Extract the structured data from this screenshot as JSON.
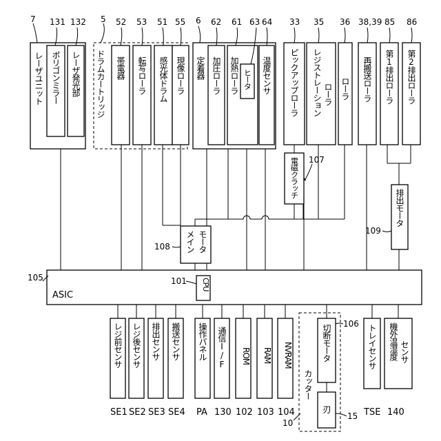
{
  "refs": {
    "r7": "7",
    "r131": "131",
    "r132": "132",
    "r5": "5",
    "r52": "52",
    "r53": "53",
    "r51": "51",
    "r55": "55",
    "r6": "6",
    "r62": "62",
    "r61": "61",
    "r63": "63",
    "r64": "64",
    "r33": "33",
    "r35": "35",
    "r36": "36",
    "r3839": "38,39",
    "r85": "85",
    "r86": "86",
    "r107": "107",
    "r108": "108",
    "r109": "109",
    "r105": "105",
    "r101": "101",
    "r106": "106",
    "r15": "15",
    "r10": "10",
    "se1": "SE1",
    "se2": "SE2",
    "se3": "SE3",
    "se4": "SE4",
    "pa": "PA",
    "r130": "130",
    "r102": "102",
    "r103": "103",
    "r104": "104",
    "tse": "TSE",
    "r140": "140"
  },
  "labels": {
    "laser_unit": "レーザユニット",
    "polygon_mirror": "ポリゴンミラー",
    "laser_emitter": "レーザ発光部",
    "drum_cartridge": "ドラムカートリッジ",
    "charger": "帯電器",
    "transfer_roller": "転写ローラ",
    "photo_drum": "感光体ドラム",
    "develop_roller": "現像ローラ",
    "fuser": "定着器",
    "pressure_roller": "加圧ローラ",
    "heat_roller": "加熱ローラ",
    "heater": "ヒータ",
    "temp_sensor": "温度センサ",
    "pickup_roller": "ピックアップローラ",
    "registration_roller_1": "レジストレーション",
    "registration_roller_2": "ローラ",
    "roller": "ローラ",
    "refeed_roller": "再搬送ローラ",
    "discharge_roller_1": "第1排出ローラ",
    "discharge_roller_2": "第2排出ローラ",
    "em_clutch": "電磁クラッチ",
    "main_motor_1": "メイン",
    "main_motor_2": "モータ",
    "discharge_motor": "排出モータ",
    "asic": "ASIC",
    "cpu": "CPU",
    "reg_front_sensor": "レジ前センサ",
    "reg_rear_sensor": "レジ後センサ",
    "discharge_sensor": "排出センサ",
    "transport_sensor": "搬送センサ",
    "control_panel": "操作パネル",
    "comm_if": "通信I/F",
    "rom": "ROM",
    "ram": "RAM",
    "nvram": "NVRAM",
    "cutter": "カッター",
    "cut_motor": "切断モータ",
    "blade": "刃",
    "tray_sensor": "トレイセンサ",
    "ext_temp_sensor_1": "機外温湿度",
    "ext_temp_sensor_2": "センサ"
  }
}
